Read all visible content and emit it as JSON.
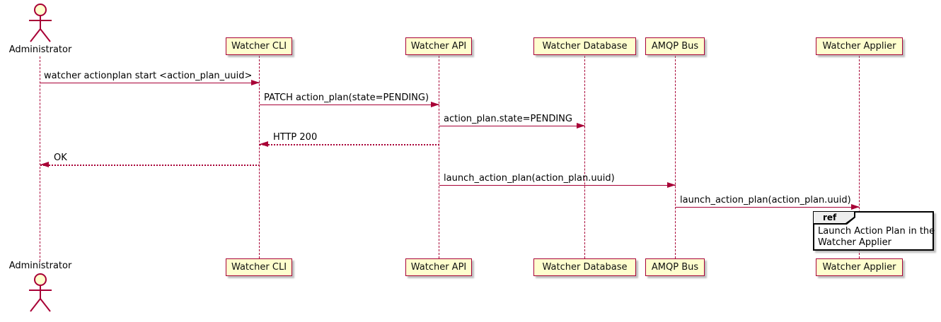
{
  "diagram_type": "uml-sequence-diagram",
  "colors": {
    "participant_fill": "#FEFECE",
    "participant_border": "#A80036",
    "line_color": "#A80036",
    "ref_tab_fill": "#EEEEEE",
    "ref_border": "#000000",
    "text_color": "#000000"
  },
  "actor": {
    "label": "Administrator"
  },
  "participants": [
    {
      "label": "Watcher CLI"
    },
    {
      "label": "Watcher API"
    },
    {
      "label": "Watcher Database"
    },
    {
      "label": "AMQP Bus"
    },
    {
      "label": "Watcher Applier"
    }
  ],
  "messages": [
    {
      "text": "watcher actionplan start <action_plan_uuid>",
      "from": "Administrator",
      "to": "Watcher CLI",
      "line": "solid",
      "direction": "right"
    },
    {
      "text": "PATCH action_plan(state=PENDING)",
      "from": "Watcher CLI",
      "to": "Watcher API",
      "line": "solid",
      "direction": "right"
    },
    {
      "text": "action_plan.state=PENDING",
      "from": "Watcher API",
      "to": "Watcher Database",
      "line": "solid",
      "direction": "right"
    },
    {
      "text": "HTTP 200",
      "from": "Watcher API",
      "to": "Watcher CLI",
      "line": "dashed",
      "direction": "left"
    },
    {
      "text": "OK",
      "from": "Watcher CLI",
      "to": "Administrator",
      "line": "dashed",
      "direction": "left"
    },
    {
      "text": "launch_action_plan(action_plan.uuid)",
      "from": "Watcher API",
      "to": "AMQP Bus",
      "line": "solid",
      "direction": "right"
    },
    {
      "text": "launch_action_plan(action_plan.uuid)",
      "from": "AMQP Bus",
      "to": "Watcher Applier",
      "line": "solid",
      "direction": "right"
    }
  ],
  "ref": {
    "keyword": "ref",
    "over": "Watcher Applier",
    "line1": "Launch Action Plan in the",
    "line2": "Watcher Applier"
  }
}
